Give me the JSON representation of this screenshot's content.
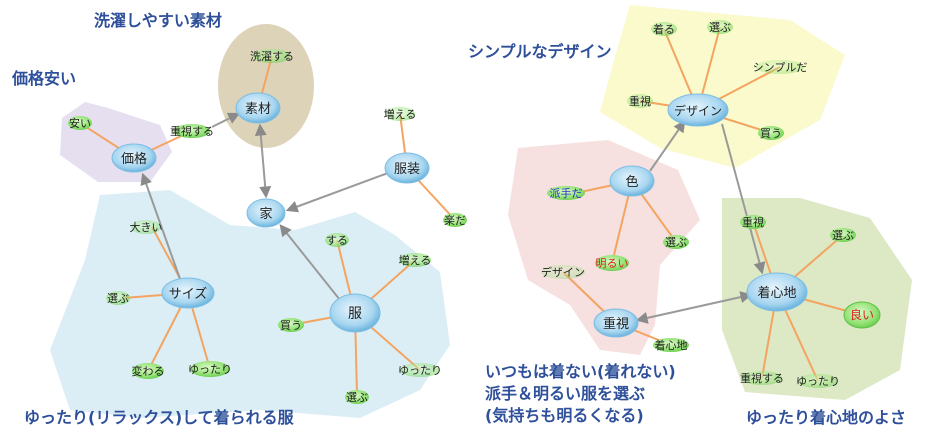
{
  "captions": {
    "left_material": "洗濯しやすい素材",
    "left_price": "価格安い",
    "left_bottom": "ゆったり(リラックス)して着られる服",
    "right_design": "シンプルなデザイン",
    "right_bottom_1": "いつもは着ない(着れない)",
    "right_bottom_2": "派手＆明るい服を選ぶ",
    "right_bottom_3": "(気持ちも明るくなる)",
    "right_comfort": "ゆったり着心地のよさ"
  },
  "nodes": {
    "sozai": "素材",
    "sentakusuru": "洗濯する",
    "kakaku": "価格",
    "yasui": "安い",
    "juushisuru_1": "重視する",
    "ie": "家",
    "fukusou": "服装",
    "fueru_1": "増える",
    "raku": "楽だ",
    "size": "サイズ",
    "ookii": "大きい",
    "erabu_1": "選ぶ",
    "kawaru": "変わる",
    "yuttari_1": "ゆったり",
    "fuku": "服",
    "suru": "する",
    "fueru_2": "増える",
    "kau_1": "買う",
    "yuttari_2": "ゆったり",
    "erabu_2": "選ぶ",
    "design_1": "デザイン",
    "kiru": "着る",
    "erabu_3": "選ぶ",
    "simple": "シンプルだ",
    "juushi_1": "重視",
    "kau_2": "買う",
    "iro": "色",
    "hade": "派手だ",
    "akarui": "明るい",
    "erabu_4": "選ぶ",
    "design_2": "デザイン",
    "juushi_2": "重視",
    "kigokochi_1": "着心地",
    "kigokochi_2": "着心地",
    "juushi_3": "重視",
    "erabu_5": "選ぶ",
    "yoi": "良い",
    "juushisuru_2": "重視する",
    "yuttari_3": "ゆったり"
  },
  "colors": {
    "caption": "#2e4f9a",
    "core_node": "#a8d6f0",
    "word_node": "#8ee070",
    "edge_orange": "#f4a460",
    "edge_gray": "#a0a0a0",
    "text_blue": "#2a35c8",
    "text_red": "#e02020"
  }
}
